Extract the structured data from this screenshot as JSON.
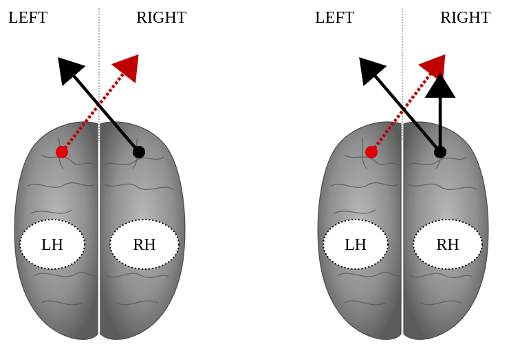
{
  "panels": [
    {
      "left_label": "LEFT",
      "right_label": "RIGHT",
      "left_hemisphere_label": "LH",
      "right_hemisphere_label": "RH",
      "arrows": [
        {
          "style": "dashed",
          "from": "left-hemisphere",
          "direction": "up-right",
          "color": "#c00000"
        },
        {
          "style": "solid",
          "from": "right-hemisphere",
          "direction": "up-left",
          "color": "#000000"
        }
      ]
    },
    {
      "left_label": "LEFT",
      "right_label": "RIGHT",
      "left_hemisphere_label": "LH",
      "right_hemisphere_label": "RH",
      "arrows": [
        {
          "style": "dashed",
          "from": "left-hemisphere",
          "direction": "up-right",
          "color": "#c00000"
        },
        {
          "style": "solid",
          "from": "right-hemisphere",
          "direction": "up-left",
          "color": "#000000"
        },
        {
          "style": "solid",
          "from": "right-hemisphere",
          "direction": "up",
          "color": "#000000"
        }
      ]
    }
  ],
  "colors": {
    "brain": "#9a9a9a",
    "brain_dark": "#555555",
    "dashed_arrow": "#c00000",
    "solid_arrow": "#000000",
    "midline": "#999999"
  }
}
